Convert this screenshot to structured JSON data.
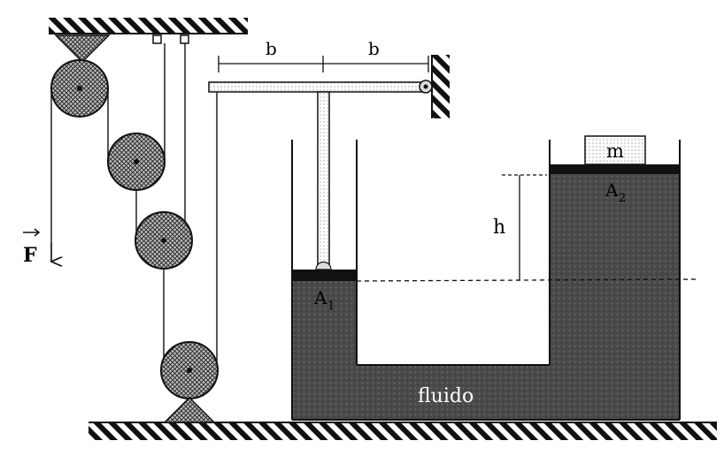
{
  "labels": {
    "force": "F",
    "b_left": "b",
    "b_right": "b",
    "height": "h",
    "area_small": "A",
    "area_small_sub": "1",
    "area_large": "A",
    "area_large_sub": "2",
    "mass": "m",
    "fluid": "fluido"
  },
  "colors": {
    "ink": "#111111",
    "fluid": "#4a4a4a",
    "pulley": "#9a9a9a",
    "hatch": "#111111"
  }
}
